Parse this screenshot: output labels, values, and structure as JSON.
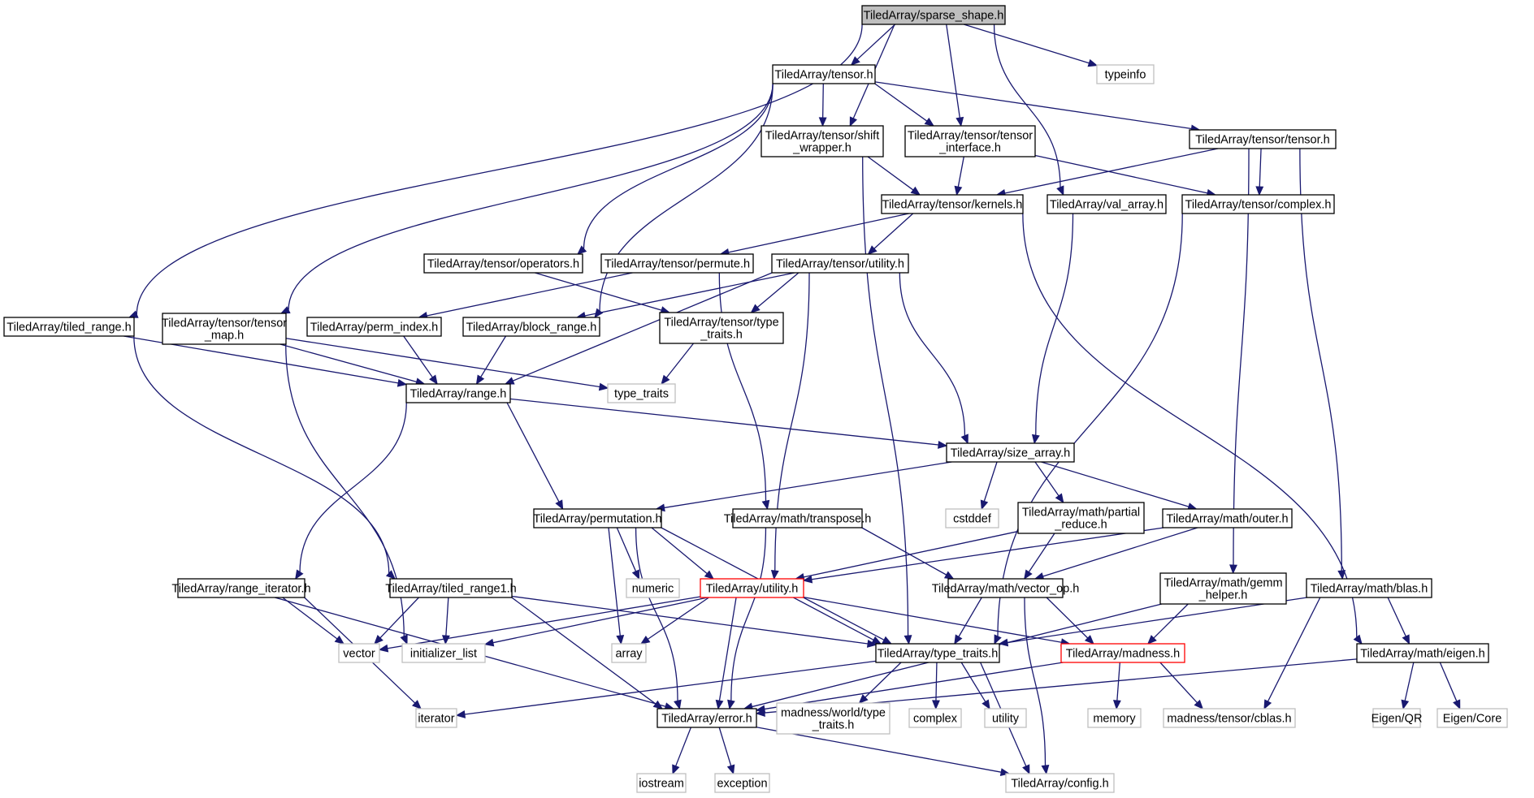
{
  "title": "TiledArray/sparse_shape.h",
  "colors": {
    "edge": "#191970",
    "root_fill": "#bfbfbf",
    "root_border": "#000000",
    "documented_border": "#000000",
    "external_border": "#bfbfbf",
    "truncated_border": "#ff0000",
    "background": "#ffffff"
  },
  "nodes": [
    {
      "id": "sparse_shape",
      "lines": [
        "TiledArray/sparse_shape.h"
      ],
      "kind": "root"
    },
    {
      "id": "tensor",
      "lines": [
        "TiledArray/tensor.h"
      ],
      "kind": "doc"
    },
    {
      "id": "typeinfo",
      "lines": [
        "typeinfo"
      ],
      "kind": "ext"
    },
    {
      "id": "shift_wrapper",
      "lines": [
        "TiledArray/tensor/shift",
        "_wrapper.h"
      ],
      "kind": "doc"
    },
    {
      "id": "tensor_interface",
      "lines": [
        "TiledArray/tensor/tensor",
        "_interface.h"
      ],
      "kind": "doc"
    },
    {
      "id": "tensor_tensor",
      "lines": [
        "TiledArray/tensor/tensor.h"
      ],
      "kind": "doc"
    },
    {
      "id": "kernels",
      "lines": [
        "TiledArray/tensor/kernels.h"
      ],
      "kind": "doc"
    },
    {
      "id": "val_array",
      "lines": [
        "TiledArray/val_array.h"
      ],
      "kind": "doc"
    },
    {
      "id": "complex_h",
      "lines": [
        "TiledArray/tensor/complex.h"
      ],
      "kind": "doc"
    },
    {
      "id": "operators",
      "lines": [
        "TiledArray/tensor/operators.h"
      ],
      "kind": "doc"
    },
    {
      "id": "permute",
      "lines": [
        "TiledArray/tensor/permute.h"
      ],
      "kind": "doc"
    },
    {
      "id": "tensor_utility",
      "lines": [
        "TiledArray/tensor/utility.h"
      ],
      "kind": "doc"
    },
    {
      "id": "tiled_range",
      "lines": [
        "TiledArray/tiled_range.h"
      ],
      "kind": "doc"
    },
    {
      "id": "tensor_map",
      "lines": [
        "TiledArray/tensor/tensor",
        "_map.h"
      ],
      "kind": "doc"
    },
    {
      "id": "perm_index",
      "lines": [
        "TiledArray/perm_index.h"
      ],
      "kind": "doc"
    },
    {
      "id": "block_range",
      "lines": [
        "TiledArray/block_range.h"
      ],
      "kind": "doc"
    },
    {
      "id": "tensor_type_traits",
      "lines": [
        "TiledArray/tensor/type",
        "_traits.h"
      ],
      "kind": "doc"
    },
    {
      "id": "range",
      "lines": [
        "TiledArray/range.h"
      ],
      "kind": "doc"
    },
    {
      "id": "type_traits_std",
      "lines": [
        "type_traits"
      ],
      "kind": "ext"
    },
    {
      "id": "size_array",
      "lines": [
        "TiledArray/size_array.h"
      ],
      "kind": "doc"
    },
    {
      "id": "permutation",
      "lines": [
        "TiledArray/permutation.h"
      ],
      "kind": "doc"
    },
    {
      "id": "transpose",
      "lines": [
        "TiledArray/math/transpose.h"
      ],
      "kind": "doc"
    },
    {
      "id": "cstddef",
      "lines": [
        "cstddef"
      ],
      "kind": "ext"
    },
    {
      "id": "partial_reduce",
      "lines": [
        "TiledArray/math/partial",
        "_reduce.h"
      ],
      "kind": "doc"
    },
    {
      "id": "outer",
      "lines": [
        "TiledArray/math/outer.h"
      ],
      "kind": "doc"
    },
    {
      "id": "range_iterator",
      "lines": [
        "TiledArray/range_iterator.h"
      ],
      "kind": "doc"
    },
    {
      "id": "tiled_range1",
      "lines": [
        "TiledArray/tiled_range1.h"
      ],
      "kind": "doc"
    },
    {
      "id": "numeric",
      "lines": [
        "numeric"
      ],
      "kind": "ext"
    },
    {
      "id": "utility_h",
      "lines": [
        "TiledArray/utility.h"
      ],
      "kind": "trunc"
    },
    {
      "id": "vector_op",
      "lines": [
        "TiledArray/math/vector_op.h"
      ],
      "kind": "doc"
    },
    {
      "id": "gemm_helper",
      "lines": [
        "TiledArray/math/gemm",
        "_helper.h"
      ],
      "kind": "doc"
    },
    {
      "id": "blas",
      "lines": [
        "TiledArray/math/blas.h"
      ],
      "kind": "doc"
    },
    {
      "id": "vector",
      "lines": [
        "vector"
      ],
      "kind": "ext"
    },
    {
      "id": "initializer_list",
      "lines": [
        "initializer_list"
      ],
      "kind": "ext"
    },
    {
      "id": "array",
      "lines": [
        "array"
      ],
      "kind": "ext"
    },
    {
      "id": "ta_type_traits",
      "lines": [
        "TiledArray/type_traits.h"
      ],
      "kind": "doc"
    },
    {
      "id": "madness",
      "lines": [
        "TiledArray/madness.h"
      ],
      "kind": "trunc"
    },
    {
      "id": "eigen",
      "lines": [
        "TiledArray/math/eigen.h"
      ],
      "kind": "doc"
    },
    {
      "id": "iterator",
      "lines": [
        "iterator"
      ],
      "kind": "ext"
    },
    {
      "id": "error",
      "lines": [
        "TiledArray/error.h"
      ],
      "kind": "doc"
    },
    {
      "id": "madness_world_tt",
      "lines": [
        "madness/world/type",
        "_traits.h"
      ],
      "kind": "ext"
    },
    {
      "id": "complex_std",
      "lines": [
        "complex"
      ],
      "kind": "ext"
    },
    {
      "id": "utility_std",
      "lines": [
        "utility"
      ],
      "kind": "ext"
    },
    {
      "id": "memory",
      "lines": [
        "memory"
      ],
      "kind": "ext"
    },
    {
      "id": "cblas",
      "lines": [
        "madness/tensor/cblas.h"
      ],
      "kind": "ext"
    },
    {
      "id": "eigen_qr",
      "lines": [
        "Eigen/QR"
      ],
      "kind": "ext"
    },
    {
      "id": "eigen_core",
      "lines": [
        "Eigen/Core"
      ],
      "kind": "ext"
    },
    {
      "id": "iostream",
      "lines": [
        "iostream"
      ],
      "kind": "ext"
    },
    {
      "id": "exception",
      "lines": [
        "exception"
      ],
      "kind": "ext"
    },
    {
      "id": "config",
      "lines": [
        "TiledArray/config.h"
      ],
      "kind": "ext"
    }
  ],
  "edges": [
    [
      "sparse_shape",
      "tensor"
    ],
    [
      "sparse_shape",
      "typeinfo"
    ],
    [
      "sparse_shape",
      "tiled_range"
    ],
    [
      "sparse_shape",
      "shift_wrapper"
    ],
    [
      "sparse_shape",
      "tensor_interface"
    ],
    [
      "sparse_shape",
      "val_array"
    ],
    [
      "tensor",
      "shift_wrapper"
    ],
    [
      "tensor",
      "tensor_interface"
    ],
    [
      "tensor",
      "tensor_tensor"
    ],
    [
      "tensor",
      "operators"
    ],
    [
      "tensor",
      "tensor_map"
    ],
    [
      "tensor",
      "block_range"
    ],
    [
      "shift_wrapper",
      "kernels"
    ],
    [
      "shift_wrapper",
      "ta_type_traits"
    ],
    [
      "tensor_interface",
      "kernels"
    ],
    [
      "tensor_interface",
      "complex_h"
    ],
    [
      "tensor_tensor",
      "kernels"
    ],
    [
      "tensor_tensor",
      "complex_h"
    ],
    [
      "tensor_tensor",
      "gemm_helper"
    ],
    [
      "tensor_tensor",
      "blas"
    ],
    [
      "kernels",
      "permute"
    ],
    [
      "kernels",
      "tensor_utility"
    ],
    [
      "kernels",
      "eigen"
    ],
    [
      "val_array",
      "size_array"
    ],
    [
      "complex_h",
      "ta_type_traits"
    ],
    [
      "operators",
      "tensor_type_traits"
    ],
    [
      "permute",
      "perm_index"
    ],
    [
      "permute",
      "transpose"
    ],
    [
      "tensor_utility",
      "block_range"
    ],
    [
      "tensor_utility",
      "range"
    ],
    [
      "tensor_utility",
      "tensor_type_traits"
    ],
    [
      "tensor_utility",
      "size_array"
    ],
    [
      "tensor_utility",
      "utility_h"
    ],
    [
      "tiled_range",
      "range"
    ],
    [
      "tiled_range",
      "tiled_range1"
    ],
    [
      "tensor_map",
      "range"
    ],
    [
      "tensor_map",
      "type_traits_std"
    ],
    [
      "tensor_map",
      "initializer_list"
    ],
    [
      "perm_index",
      "range"
    ],
    [
      "block_range",
      "range"
    ],
    [
      "tensor_type_traits",
      "type_traits_std"
    ],
    [
      "range",
      "size_array"
    ],
    [
      "range",
      "permutation"
    ],
    [
      "range",
      "range_iterator"
    ],
    [
      "size_array",
      "permutation"
    ],
    [
      "size_array",
      "cstddef"
    ],
    [
      "size_array",
      "partial_reduce"
    ],
    [
      "size_array",
      "outer"
    ],
    [
      "permutation",
      "numeric"
    ],
    [
      "permutation",
      "utility_h"
    ],
    [
      "permutation",
      "array"
    ],
    [
      "permutation",
      "error"
    ],
    [
      "permutation",
      "ta_type_traits"
    ],
    [
      "transpose",
      "vector_op"
    ],
    [
      "transpose",
      "error"
    ],
    [
      "partial_reduce",
      "utility_h"
    ],
    [
      "partial_reduce",
      "vector_op"
    ],
    [
      "outer",
      "utility_h"
    ],
    [
      "outer",
      "vector_op"
    ],
    [
      "range_iterator",
      "vector"
    ],
    [
      "range_iterator",
      "iterator"
    ],
    [
      "range_iterator",
      "error"
    ],
    [
      "tiled_range1",
      "vector"
    ],
    [
      "tiled_range1",
      "initializer_list"
    ],
    [
      "tiled_range1",
      "error"
    ],
    [
      "tiled_range1",
      "ta_type_traits"
    ],
    [
      "utility_h",
      "vector"
    ],
    [
      "utility_h",
      "initializer_list"
    ],
    [
      "utility_h",
      "array"
    ],
    [
      "utility_h",
      "ta_type_traits"
    ],
    [
      "utility_h",
      "madness"
    ],
    [
      "utility_h",
      "error"
    ],
    [
      "vector_op",
      "ta_type_traits"
    ],
    [
      "vector_op",
      "madness"
    ],
    [
      "vector_op",
      "config"
    ],
    [
      "gemm_helper",
      "madness"
    ],
    [
      "gemm_helper",
      "error"
    ],
    [
      "blas",
      "ta_type_traits"
    ],
    [
      "blas",
      "eigen"
    ],
    [
      "blas",
      "cblas"
    ],
    [
      "ta_type_traits",
      "iterator"
    ],
    [
      "ta_type_traits",
      "madness_world_tt"
    ],
    [
      "ta_type_traits",
      "complex_std"
    ],
    [
      "ta_type_traits",
      "utility_std"
    ],
    [
      "ta_type_traits",
      "config"
    ],
    [
      "madness",
      "memory"
    ],
    [
      "madness",
      "cblas"
    ],
    [
      "madness",
      "error"
    ],
    [
      "eigen",
      "eigen_qr"
    ],
    [
      "eigen",
      "eigen_core"
    ],
    [
      "eigen",
      "error"
    ],
    [
      "error",
      "iostream"
    ],
    [
      "error",
      "exception"
    ],
    [
      "error",
      "config"
    ]
  ]
}
